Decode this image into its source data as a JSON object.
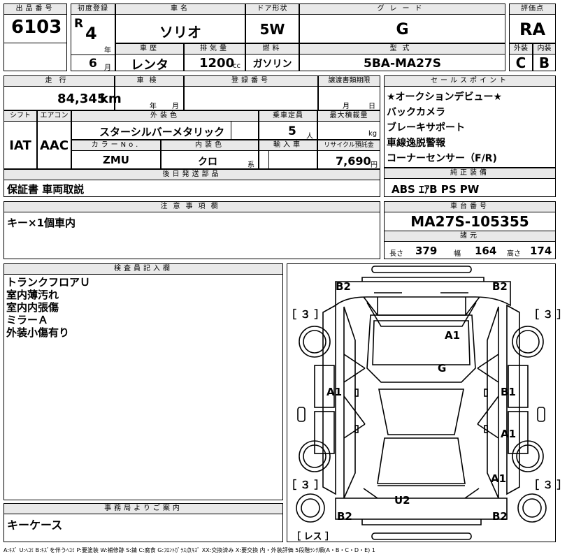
{
  "header": {
    "lot_label": "出品番号",
    "lot": "6103",
    "first_reg_label": "初度登録",
    "era": "R",
    "year": "4",
    "year_unit": "年",
    "month": "6",
    "month_unit": "月",
    "car_name_label": "車名",
    "car_name": "ソリオ",
    "door_label": "ドア形状",
    "door": "5W",
    "grade_label": "グレード",
    "grade": "G",
    "score_label": "評価点",
    "score": "RA",
    "history_label": "車歴",
    "history": "レンタ",
    "displacement_label": "排気量",
    "displacement": "1200",
    "displacement_unit": "cc",
    "fuel_label": "燃料",
    "fuel": "ガソリン",
    "model_label": "型式",
    "model": "5BA-MA27S",
    "exterior_label": "外装",
    "exterior": "C",
    "interior_label": "内装",
    "interior": "B"
  },
  "row2": {
    "mileage_label": "走行",
    "mileage": "84,345",
    "mileage_unit": "km",
    "inspection_label": "車検",
    "insp_year_unit": "年",
    "insp_month_unit": "月",
    "reg_label": "登録番号",
    "transfer_label": "譲渡書類期限",
    "transfer_month_unit": "月",
    "transfer_day_unit": "日",
    "shift_label": "シフト",
    "shift": "IAT",
    "ac_label": "エアコン",
    "ac": "AAC",
    "color_label": "外装色",
    "color": "スターシルバーメタリック",
    "capacity_label": "乗車定員",
    "capacity": "5",
    "capacity_unit": "人",
    "load_label": "最大積載量",
    "load_unit": "kg",
    "color_no_label": "カラーNo.",
    "color_no": "ZMU",
    "int_color_label": "内装色",
    "int_color": "クロ",
    "int_color_unit": "系",
    "import_label": "輸入車",
    "recycle_label": "リサイクル預託金",
    "recycle": "7,690",
    "recycle_unit": "円",
    "later_label": "後日発送部品",
    "later": "保証書 車両取説"
  },
  "sales": {
    "label": "セールスポイント",
    "items": [
      "★オークションデビュー★",
      "バックカメラ",
      "ブレーキサポート",
      "車線逸脱警報",
      "コーナーセンサー（F/R)"
    ]
  },
  "equipment": {
    "label": "純正装備",
    "value": "ABS ｴｱB PS PW"
  },
  "notes": {
    "label": "注意事項欄",
    "value": "キー×1個車内"
  },
  "chassis": {
    "label": "車台番号",
    "value": "MA27S-105355"
  },
  "dims": {
    "label": "諸元",
    "length_label": "長さ",
    "length": "379",
    "width_label": "幅",
    "width": "164",
    "height_label": "高さ",
    "height": "174"
  },
  "inspector": {
    "label": "検査員記入欄",
    "lines": [
      "トランクフロアＵ",
      "室内薄汚れ",
      "室内内張傷",
      "ミラーＡ",
      "外装小傷有り"
    ]
  },
  "office": {
    "label": "事務局よりご案内",
    "value": "キーケース"
  },
  "diagram": {
    "marks": {
      "b2_tl": "B2",
      "b2_tr": "B2",
      "b2_bl": "B2",
      "b2_br": "B2",
      "roof": "A1",
      "glass": "G",
      "left_door": "A1",
      "right_front": "B1",
      "right_rear": "A1",
      "right_bumper": "A1",
      "rear": "U2"
    },
    "brackets": {
      "tl": "［ ３ ］",
      "tr": "［ ３ ］",
      "bl": "［ ３ ］",
      "br": "［ ３ ］",
      "bottom": "［ レス ］"
    }
  },
  "legend": "A:ｷｽﾞ U:ﾍｺﾐ B:ｷｽﾞを伴うﾍｺﾐ P:要塗装 W:補修跡 S:錆 C:腐食 G:ﾌﾛﾝﾄｶﾞﾗｽ点ｷｽﾞ XX:交換済み X:要交換 内・外装評価 5段階ﾗﾝｸ順(A・B・C・D・E) 1"
}
